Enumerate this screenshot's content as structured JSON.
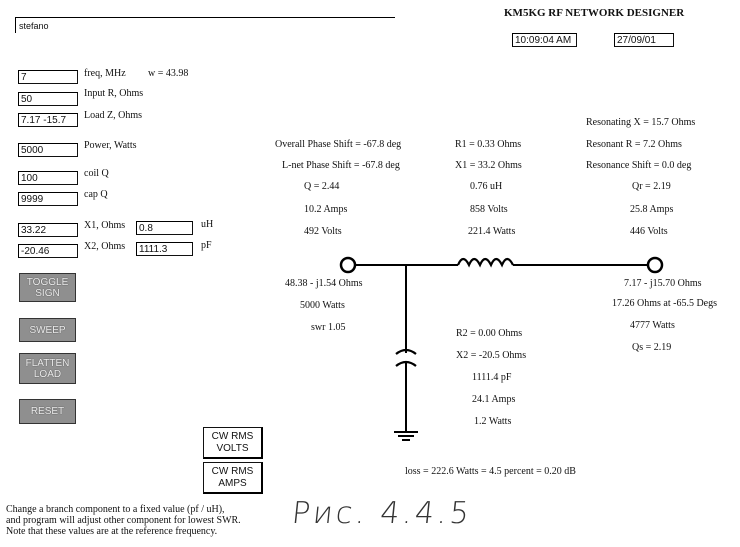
{
  "header": {
    "user_field": "stefano",
    "app_title": "KM5KG RF NETWORK DESIGNER",
    "time": "10:09:04 AM",
    "date": "27/09/01"
  },
  "inputs": {
    "freq_value": "7",
    "freq_label": "freq, MHz",
    "w_label": "w = 43.98",
    "input_r_value": "50",
    "input_r_label": "Input R, Ohms",
    "load_z_value": "7.17 -15.7",
    "load_z_label": "Load Z, Ohms",
    "power_value": "5000",
    "power_label": "Power, Watts",
    "coil_q_value": "100",
    "coil_q_label": "coil Q",
    "cap_q_value": "9999",
    "cap_q_label": "cap Q",
    "x1_value": "33.22",
    "x1_label": "X1, Ohms",
    "uh_value": "0.8",
    "uh_label": "uH",
    "x2_value": "-20.46",
    "x2_label": "X2, Ohms",
    "pf_value": "1111.3",
    "pf_label": "pF"
  },
  "buttons": {
    "toggle_sign": "TOGGLE SIGN",
    "sweep": "SWEEP",
    "flatten_load": "FLATTEN LOAD",
    "reset": "RESET",
    "cw_rms_volts": "CW RMS VOLTS",
    "cw_rms_amps": "CW RMS AMPS"
  },
  "results": {
    "overall_phase": "Overall Phase Shift = -67.8 deg",
    "lnet_phase": "L-net Phase Shift = -67.8 deg",
    "q": "Q = 2.44",
    "amps_in": "10.2 Amps",
    "volts_in": "492 Volts",
    "r1": "R1 = 0.33 Ohms",
    "x1": "X1 = 33.2 Ohms",
    "uh": "0.76 uH",
    "coil_volts": "858 Volts",
    "coil_watts": "221.4 Watts",
    "resonating_x": "Resonating X = 15.7 Ohms",
    "resonant_r": "Resonant R = 7.2 Ohms",
    "resonance_shift": "Resonance Shift = 0.0 deg",
    "qr": "Qr = 2.19",
    "res_amps": "25.8 Amps",
    "res_volts": "446 Volts",
    "in_z": "48.38 - j1.54 Ohms",
    "in_watts": "5000 Watts",
    "swr": "swr 1.05",
    "r2": "R2 = 0.00 Ohms",
    "x2": "X2 = -20.5 Ohms",
    "pf": "1111.4 pF",
    "cap_amps": "24.1 Amps",
    "cap_watts": "1.2 Watts",
    "load_z": "7.17 - j15.70 Ohms",
    "load_polar": "17.26 Ohms at -65.5 Degs",
    "load_watts": "4777 Watts",
    "qs": "Qs = 2.19",
    "loss": "loss = 222.6 Watts = 4.5 percent = 0.20 dB"
  },
  "footer": {
    "note_line1": "Change a branch component to a fixed value (pf / uH),",
    "note_line2": "and program will adjust other component for lowest SWR.",
    "note_line3": "Note that these values are at the reference frequency.",
    "handwritten": "Рис. 4.4.5"
  }
}
